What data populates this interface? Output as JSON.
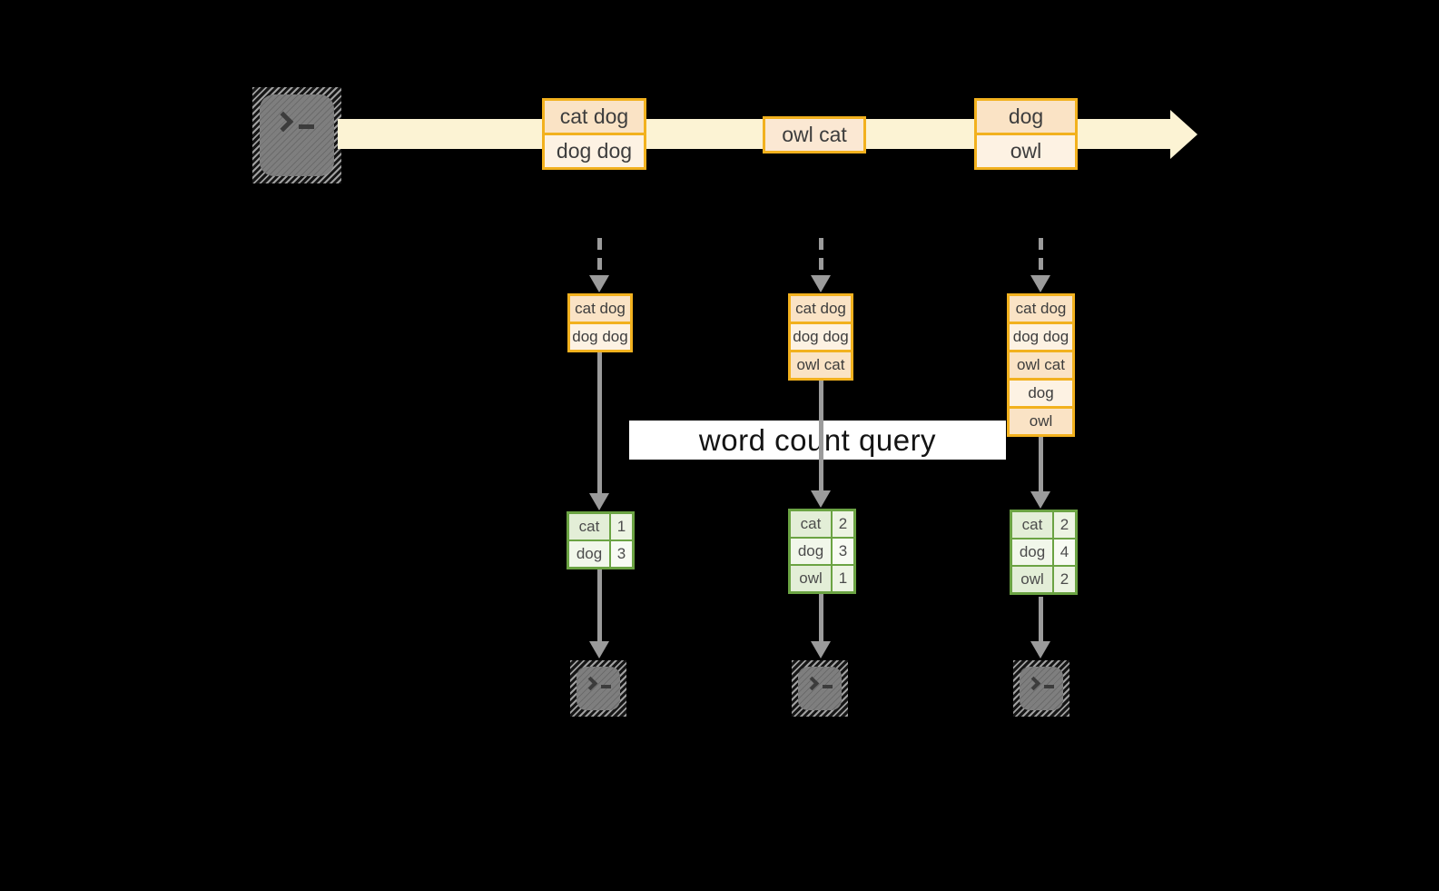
{
  "query": {
    "label": "word count query"
  },
  "icons": {
    "source": "terminal-icon",
    "sinks": [
      "terminal-icon",
      "terminal-icon",
      "terminal-icon"
    ],
    "stream_arrow": "right-arrow",
    "flow_arrows": "down-arrow"
  },
  "colors": {
    "background": "#000000",
    "stream_band": "#fcf3d4",
    "record_border": "#f2b11e",
    "record_fill_dark": "#fae3c5",
    "record_fill_light": "#fdf2e3",
    "table_border": "#6ba343",
    "table_fill_dark": "#e3eed7",
    "table_fill_light": "#f1f7ea",
    "arrow_gray": "#9b9b9b",
    "terminal_gray": "#7c7c7c"
  },
  "stream_batches": [
    {
      "rows": [
        "cat dog",
        "dog dog"
      ]
    },
    {
      "rows": [
        "owl cat"
      ]
    },
    {
      "rows": [
        "dog",
        "owl"
      ]
    }
  ],
  "snapshots": [
    {
      "rows": [
        "cat dog",
        "dog dog"
      ]
    },
    {
      "rows": [
        "cat dog",
        "dog dog",
        "owl cat"
      ]
    },
    {
      "rows": [
        "cat dog",
        "dog dog",
        "owl cat",
        "dog",
        "owl"
      ]
    }
  ],
  "results": [
    {
      "rows": [
        {
          "word": "cat",
          "count": "1"
        },
        {
          "word": "dog",
          "count": "3"
        }
      ]
    },
    {
      "rows": [
        {
          "word": "cat",
          "count": "2"
        },
        {
          "word": "dog",
          "count": "3"
        },
        {
          "word": "owl",
          "count": "1"
        }
      ]
    },
    {
      "rows": [
        {
          "word": "cat",
          "count": "2"
        },
        {
          "word": "dog",
          "count": "4"
        },
        {
          "word": "owl",
          "count": "2"
        }
      ]
    }
  ]
}
